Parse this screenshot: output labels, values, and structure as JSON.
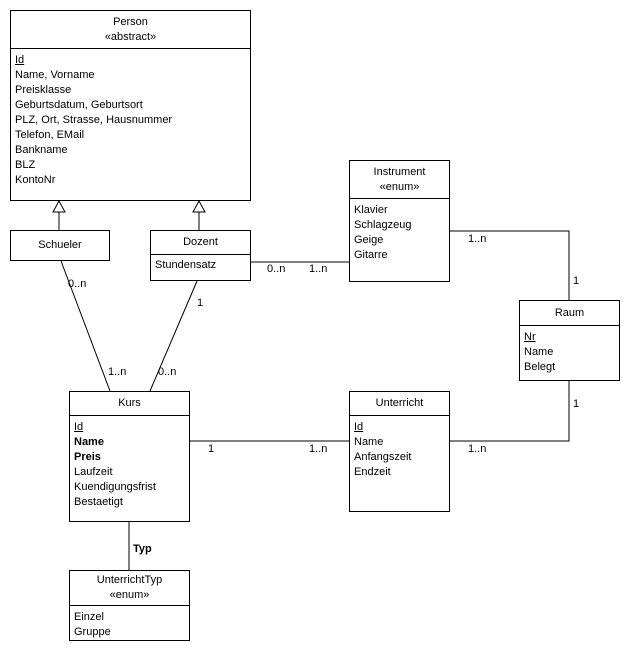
{
  "classes": {
    "person": {
      "name": "Person",
      "stereotype": "«abstract»",
      "attributes": [
        "Id",
        "Name, Vorname",
        "Preisklasse",
        "Geburtsdatum, Geburtsort",
        "PLZ, Ort, Strasse, Hausnummer",
        "Telefon, EMail",
        "Bankname",
        "BLZ",
        "KontoNr"
      ]
    },
    "schueler": {
      "name": "Schueler"
    },
    "dozent": {
      "name": "Dozent",
      "attributes": [
        "Stundensatz"
      ]
    },
    "instrument": {
      "name": "Instrument",
      "stereotype": "«enum»",
      "attributes": [
        "Klavier",
        "Schlagzeug",
        "Geige",
        "Gitarre"
      ]
    },
    "raum": {
      "name": "Raum",
      "attributes": [
        "Nr",
        "Name",
        "Belegt"
      ]
    },
    "kurs": {
      "name": "Kurs",
      "attributes": [
        "Id",
        "Name",
        "Preis",
        "Laufzeit",
        "Kuendigungsfrist",
        "Bestaetigt"
      ]
    },
    "unterricht": {
      "name": "Unterricht",
      "attributes": [
        "Id",
        "Name",
        "Anfangszeit",
        "Endzeit"
      ]
    },
    "unterrichttyp": {
      "name": "UnterrichtTyp",
      "stereotype": "«enum»",
      "attributes": [
        "Einzel",
        "Gruppe"
      ]
    }
  },
  "multiplicities": {
    "schueler_kurs_top": "0..n",
    "schueler_kurs_bottom": "1..n",
    "dozent_kurs_top": "1",
    "dozent_kurs_bottom": "0..n",
    "dozent_instrument_left": "0..n",
    "dozent_instrument_right": "1..n",
    "instrument_raum_left": "1..n",
    "instrument_raum_right": "1",
    "raum_unterricht_top": "1",
    "raum_unterricht_bottom": "1..n",
    "kurs_unterricht_left": "1",
    "kurs_unterricht_right": "1..n"
  },
  "association_labels": {
    "kurs_typ": "Typ"
  }
}
